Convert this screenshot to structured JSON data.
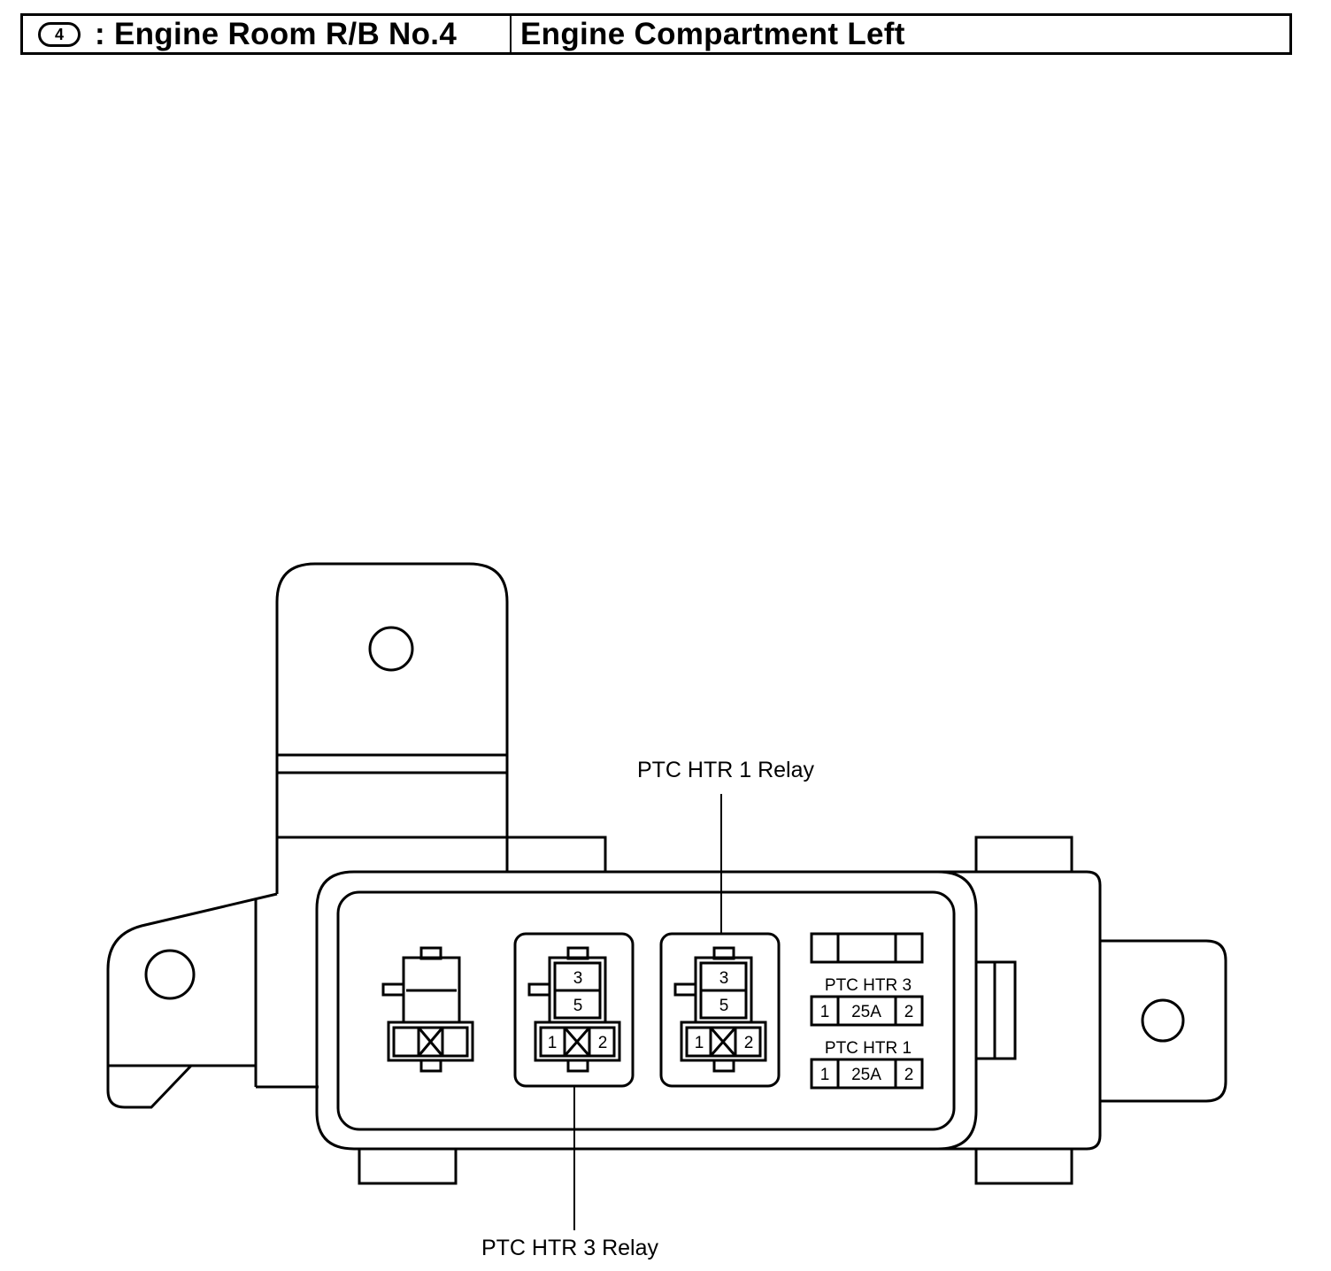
{
  "header": {
    "badge": "4",
    "title": ": Engine Room R/B No.4",
    "location": "Engine Compartment Left"
  },
  "callouts": {
    "top": "PTC HTR 1 Relay",
    "bottom": "PTC HTR 3 Relay"
  },
  "relays": {
    "relay3": {
      "top": "3",
      "mid": "5",
      "left": "1",
      "right": "2"
    },
    "relay1": {
      "top": "3",
      "mid": "5",
      "left": "1",
      "right": "2"
    }
  },
  "fuses": [
    {
      "name": "PTC HTR 3",
      "left": "1",
      "rating": "25A",
      "right": "2"
    },
    {
      "name": "PTC HTR 1",
      "left": "1",
      "rating": "25A",
      "right": "2"
    }
  ],
  "colors": {
    "line": "#000000",
    "background": "#ffffff"
  }
}
